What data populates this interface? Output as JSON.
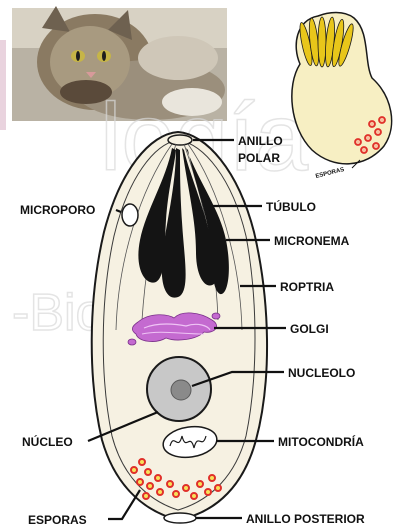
{
  "labels": {
    "anillo_polar_1": "ANILLO",
    "anillo_polar_2": "POLAR",
    "tubulo": "TÚBULO",
    "microporo": "MICROPORO",
    "micronema": "MICRONEMA",
    "roptria": "ROPTRIA",
    "golgi": "GOLGI",
    "nucleolo": "NUCLEOLO",
    "nucleo": "NÚCLEO",
    "mitocondria": "MITOCONDRÍA",
    "esporas": "ESPORAS",
    "anillo_posterior": "ANILLO POSTERIOR",
    "inset_esporas": "ESPORAS"
  },
  "watermark": {
    "top": "logía",
    "bottom": "-Biología"
  },
  "photo": {
    "subject": "cat-with-mouse-photo"
  },
  "colors": {
    "cell_fill": "#f6f1e2",
    "rhoptry": "#141414",
    "golgi": "#c46ad0",
    "nucleus": "#c8c8c8",
    "nucleolus": "#8a8a8a",
    "spore_fill": "#f7e15a",
    "spore_ring": "#e0302a",
    "inset_fill": "#f7efc3",
    "inset_tubules": "#e8c61a"
  }
}
